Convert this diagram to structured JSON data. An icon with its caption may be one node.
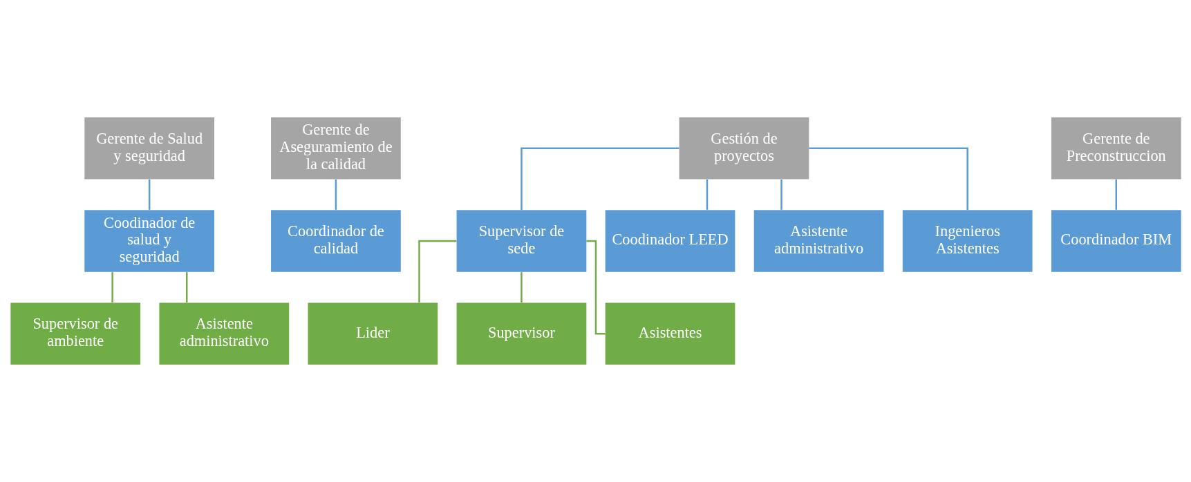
{
  "diagram": {
    "nodes": [
      {
        "text": [
          "Gerente de Salud y seguridad"
        ]
      },
      {
        "text": [
          "Gerente de Aseguramiento de la calidad"
        ]
      },
      {
        "text": [
          "Gestión de proyectos"
        ]
      },
      {
        "text": [
          "Gerente de Preconstruccion"
        ]
      },
      {
        "text": [
          "Coodinador de salud y seguridad"
        ]
      },
      {
        "text": [
          "Coordinador de calidad"
        ]
      },
      {
        "text": [
          "Supervisor de sede"
        ]
      },
      {
        "text": [
          "Coodinador LEED"
        ]
      },
      {
        "text": [
          "Asistente administrativo"
        ]
      },
      {
        "text": [
          "Ingenieros Asistentes"
        ]
      },
      {
        "text": [
          "Coordinador BIM"
        ]
      },
      {
        "text": [
          "Supervisor de ambiente"
        ]
      },
      {
        "text": [
          "Asistente administrativo"
        ]
      },
      {
        "text": [
          "Lider"
        ]
      },
      {
        "text": [
          "Supervisor"
        ]
      },
      {
        "text": [
          "Asistentes"
        ]
      }
    ],
    "edges": [
      {
        "from": 0,
        "to": 4,
        "arrow": "none"
      },
      {
        "from": 1,
        "to": 5,
        "arrow": "none"
      },
      {
        "from": 2,
        "to": 6,
        "arrow": "none"
      },
      {
        "from": 2,
        "to": 7,
        "arrow": "none"
      },
      {
        "from": 2,
        "to": 8,
        "arrow": "none"
      },
      {
        "from": 2,
        "to": 9,
        "arrow": "none"
      },
      {
        "from": 3,
        "to": 10,
        "arrow": "none"
      },
      {
        "from": 4,
        "to": 11,
        "arrow": "none",
        "color": "#70ad47"
      },
      {
        "from": 4,
        "to": 12,
        "arrow": "none",
        "color": "#70ad47"
      },
      {
        "from": 6,
        "to": 13,
        "arrow": "none",
        "color": "#70ad47"
      },
      {
        "from": 6,
        "to": 14,
        "arrow": "none",
        "color": "#70ad47"
      },
      {
        "from": 6,
        "to": 15,
        "arrow": "none",
        "color": "#70ad47"
      }
    ]
  }
}
